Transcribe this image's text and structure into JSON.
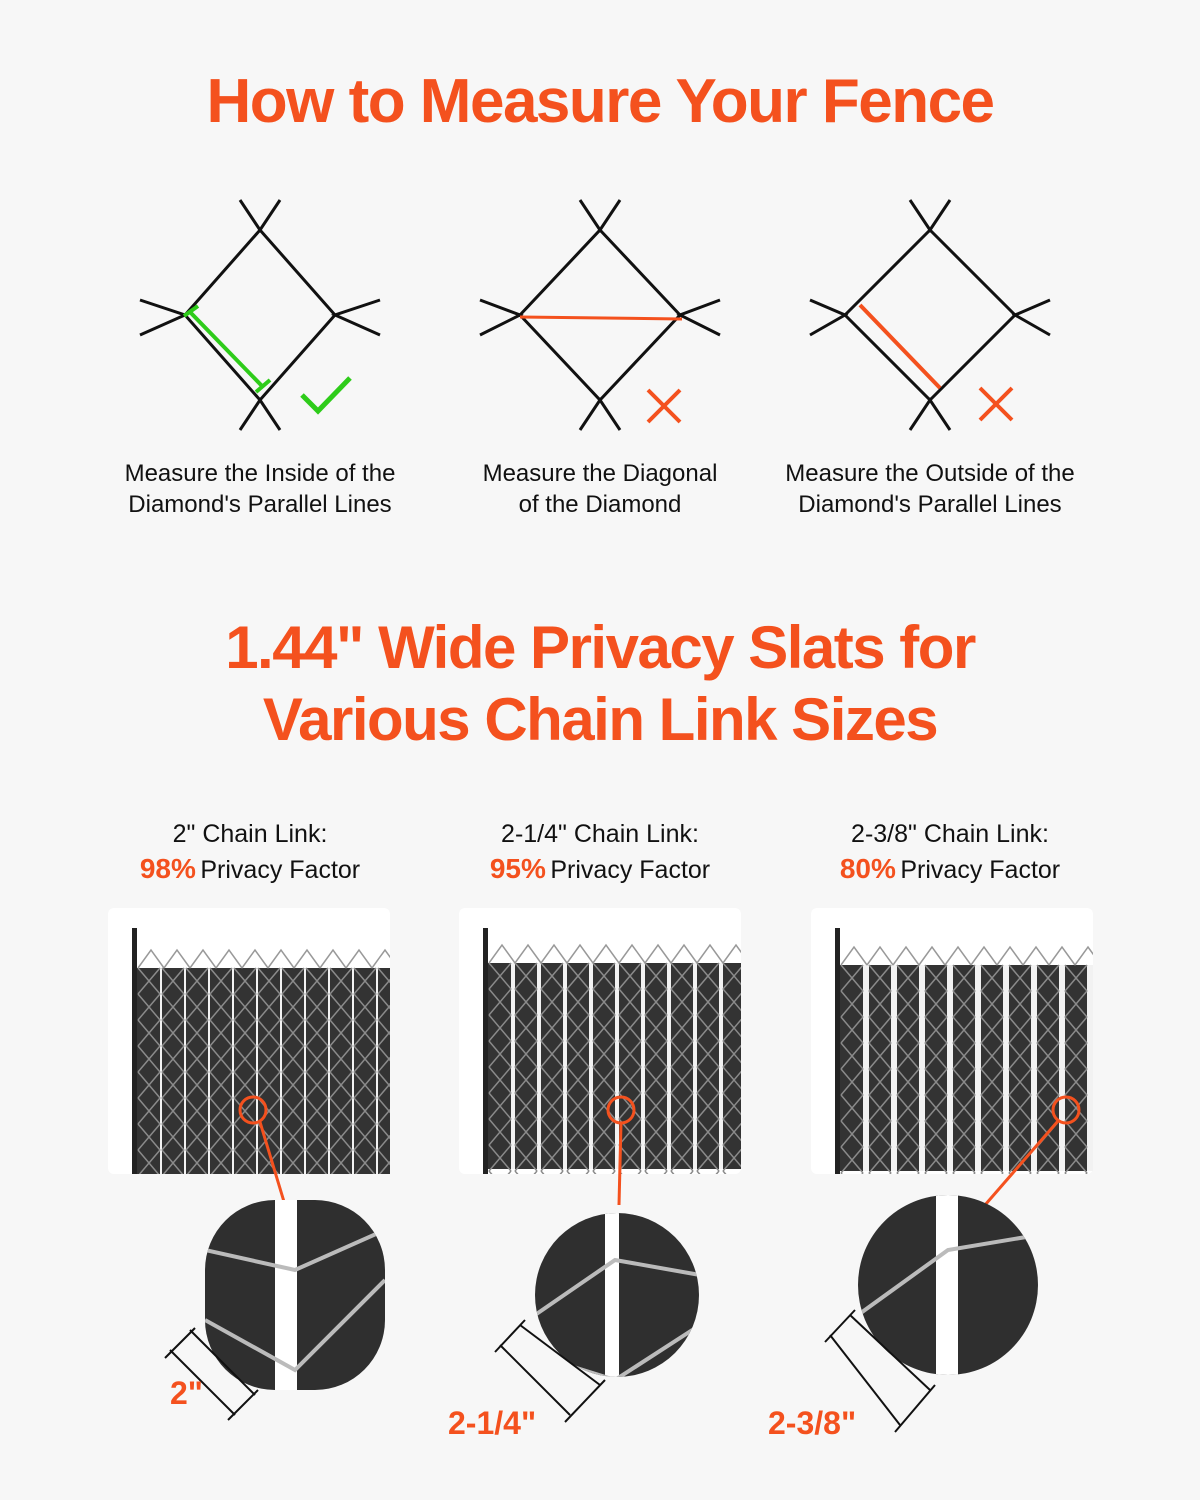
{
  "title_top": "How to Measure Your Fence",
  "methods": [
    {
      "caption_line1": "Measure the Inside of the",
      "caption_line2": "Diamond's Parallel Lines",
      "verdict": "check-icon"
    },
    {
      "caption_line1": "Measure the Diagonal",
      "caption_line2": "of the Diamond",
      "verdict": "cross-icon"
    },
    {
      "caption_line1": "Measure the Outside of the",
      "caption_line2": "Diamond's Parallel Lines",
      "verdict": "cross-icon"
    }
  ],
  "title_bottom_line1": "1.44\" Wide Privacy Slats for",
  "title_bottom_line2": "Various Chain Link Sizes",
  "sizes": [
    {
      "heading": "2\" Chain Link:",
      "percent": "98%",
      "factor": "Privacy Factor",
      "measure": "2\""
    },
    {
      "heading": "2-1/4\" Chain Link:",
      "percent": "95%",
      "factor": "Privacy Factor",
      "measure": "2-1/4\""
    },
    {
      "heading": "2-3/8\" Chain Link:",
      "percent": "80%",
      "factor": "Privacy Factor",
      "measure": "2-3/8\""
    }
  ],
  "colors": {
    "accent": "#f4511e",
    "check": "#2ecc1a",
    "slat": "#2f2f2f"
  }
}
